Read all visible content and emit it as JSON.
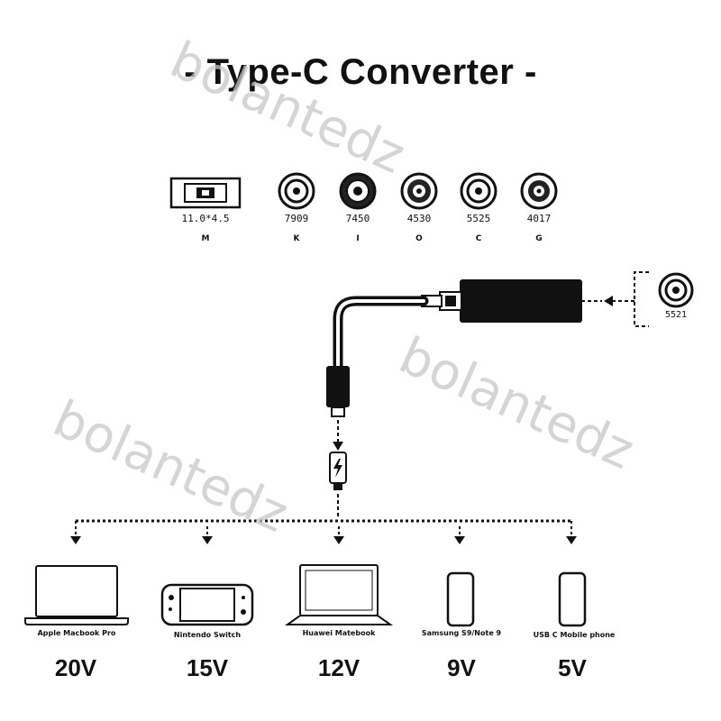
{
  "title": "- Type-C  Converter -",
  "tips": [
    {
      "size": "11.0*4.5",
      "code": "M",
      "icon": "rectangular-tip-icon"
    },
    {
      "size": "7909",
      "code": "K",
      "icon": "round-tip-icon"
    },
    {
      "size": "7450",
      "code": "I",
      "icon": "round-tip-icon"
    },
    {
      "size": "4530",
      "code": "O",
      "icon": "round-tip-icon"
    },
    {
      "size": "5525",
      "code": "C",
      "icon": "round-tip-icon"
    },
    {
      "size": "4017",
      "code": "G",
      "icon": "round-tip-icon"
    }
  ],
  "input_tip": {
    "size": "5521",
    "icon": "round-tip-icon"
  },
  "devices": [
    {
      "name": "Apple Macbook Pro",
      "voltage": "20V",
      "icon": "laptop-icon"
    },
    {
      "name": "Nintendo Switch",
      "voltage": "15V",
      "icon": "game-console-icon"
    },
    {
      "name": "Huawei Matebook",
      "voltage": "12V",
      "icon": "laptop-icon"
    },
    {
      "name": "Samsung  S9/Note 9",
      "voltage": "9V",
      "icon": "phone-icon"
    },
    {
      "name": "USB C Mobile  phone",
      "voltage": "5V",
      "icon": "phone-icon"
    }
  ],
  "watermark": "bolantedz"
}
